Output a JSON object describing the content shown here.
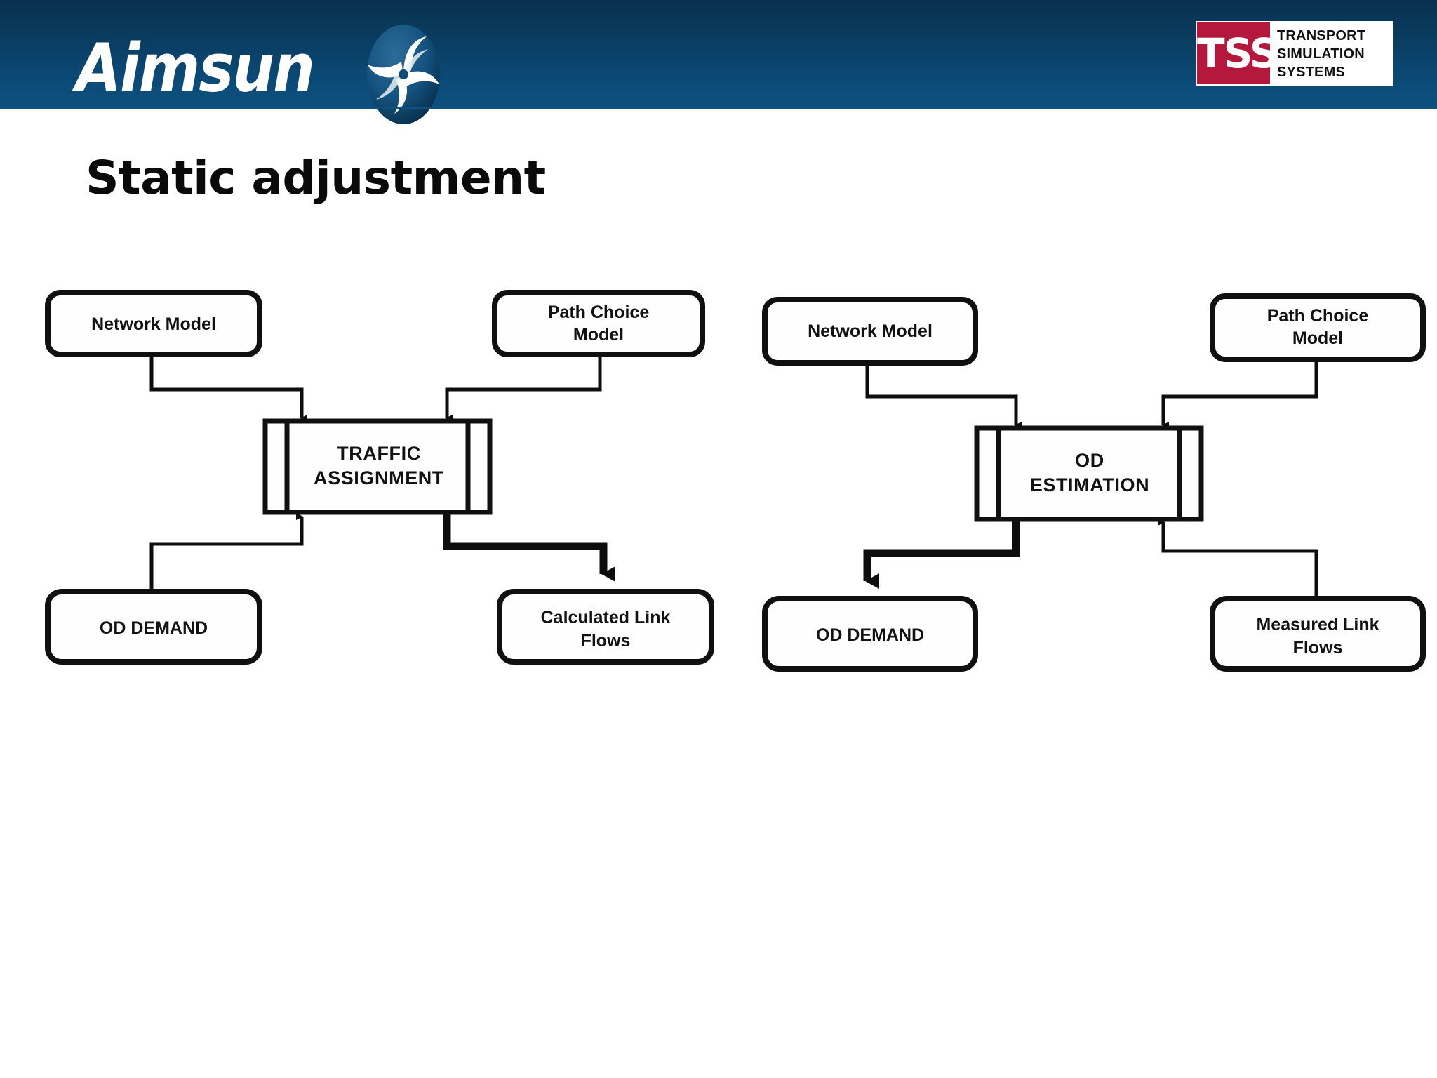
{
  "header": {
    "brand_logo": "aimsun-logo",
    "brand_name": "Aimsun",
    "swirl_icon": "aimsun-swirl-icon",
    "partner_logo": {
      "mark": "TSS",
      "line1": "TRANSPORT",
      "line2": "SIMULATION",
      "line3": "SYSTEMS"
    },
    "colors": {
      "band_top": "#08314f",
      "band_bottom": "#0c5080",
      "tss_red": "#b4183c",
      "white": "#ffffff"
    }
  },
  "slide": {
    "title": "Static adjustment"
  },
  "chart_data": {
    "type": "diagram",
    "title": "Static adjustment",
    "subtype": "flowchart",
    "diagrams": [
      {
        "id": "traffic-assignment-diagram",
        "name": "Traffic Assignment",
        "nodes": [
          {
            "id": "net-model-left",
            "label": "Network Model",
            "shape": "rounded-rect",
            "role": "data"
          },
          {
            "id": "path-choice-left",
            "label": "Path Choice\nModel",
            "shape": "rounded-rect",
            "role": "data"
          },
          {
            "id": "traffic-assign",
            "label": "TRAFFIC\nASSIGNMENT",
            "shape": "process",
            "role": "process"
          },
          {
            "id": "od-demand-left",
            "label": "OD DEMAND",
            "shape": "rounded-rect",
            "role": "data"
          },
          {
            "id": "calc-link-flows",
            "label": "Calculated Link\nFlows",
            "shape": "rounded-rect",
            "role": "data"
          }
        ],
        "edges": [
          {
            "from": "net-model-left",
            "to": "traffic-assign",
            "direction": "in",
            "weight": "thin"
          },
          {
            "from": "path-choice-left",
            "to": "traffic-assign",
            "direction": "in",
            "weight": "thin"
          },
          {
            "from": "od-demand-left",
            "to": "traffic-assign",
            "direction": "in",
            "weight": "thin"
          },
          {
            "from": "traffic-assign",
            "to": "calc-link-flows",
            "direction": "out",
            "weight": "thick"
          }
        ]
      },
      {
        "id": "od-estimation-diagram",
        "name": "OD Estimation",
        "nodes": [
          {
            "id": "net-model-right",
            "label": "Network Model",
            "shape": "rounded-rect",
            "role": "data"
          },
          {
            "id": "path-choice-right",
            "label": "Path Choice\nModel",
            "shape": "rounded-rect",
            "role": "data"
          },
          {
            "id": "od-estimation",
            "label": "OD\nESTIMATION",
            "shape": "process",
            "role": "process"
          },
          {
            "id": "od-demand-right",
            "label": "OD DEMAND",
            "shape": "rounded-rect",
            "role": "data"
          },
          {
            "id": "measured-link-flows",
            "label": "Measured Link\nFlows",
            "shape": "rounded-rect",
            "role": "data"
          }
        ],
        "edges": [
          {
            "from": "net-model-right",
            "to": "od-estimation",
            "direction": "in",
            "weight": "thin"
          },
          {
            "from": "path-choice-right",
            "to": "od-estimation",
            "direction": "in",
            "weight": "thin"
          },
          {
            "from": "measured-link-flows",
            "to": "od-estimation",
            "direction": "in",
            "weight": "thin"
          },
          {
            "from": "od-estimation",
            "to": "od-demand-right",
            "direction": "out",
            "weight": "thick"
          }
        ]
      }
    ]
  },
  "labels": {
    "left": {
      "network_model": "Network Model",
      "path_choice_l1": "Path Choice",
      "path_choice_l2": "Model",
      "process_l1": "TRAFFIC",
      "process_l2": "ASSIGNMENT",
      "od_demand": "OD DEMAND",
      "output_l1": "Calculated Link",
      "output_l2": "Flows"
    },
    "right": {
      "network_model": "Network Model",
      "path_choice_l1": "Path Choice",
      "path_choice_l2": "Model",
      "process_l1": "OD",
      "process_l2": "ESTIMATION",
      "od_demand": "OD DEMAND",
      "measured_l1": "Measured Link",
      "measured_l2": "Flows"
    }
  }
}
